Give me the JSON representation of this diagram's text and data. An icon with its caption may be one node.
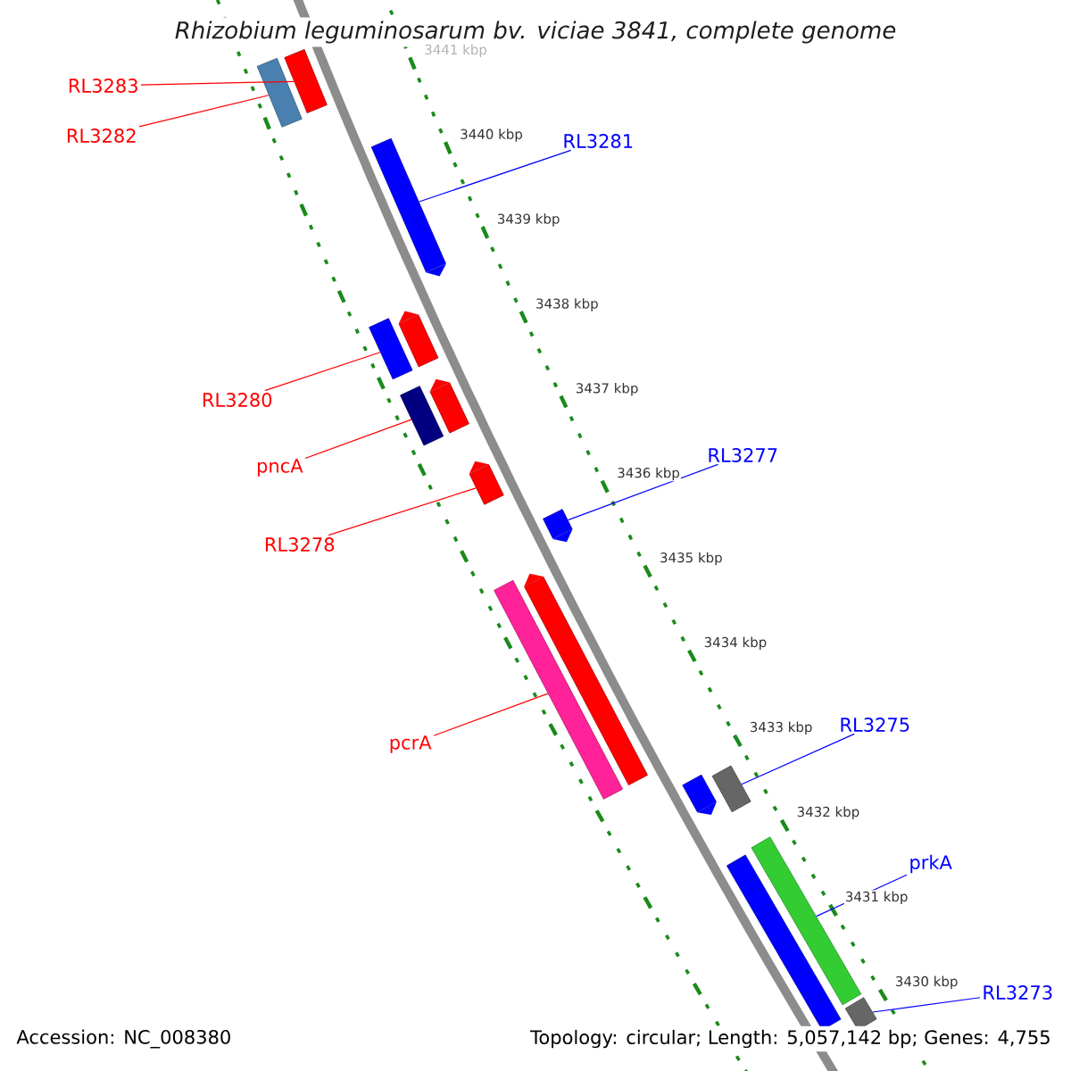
{
  "diagram": {
    "title": "Rhizobium leguminosarum bv. viciae 3841, complete genome",
    "nodes": [
      {
        "text": [
          "RL3283"
        ]
      },
      {
        "text": [
          "RL3282"
        ]
      },
      {
        "text": [
          "RL3281"
        ]
      },
      {
        "text": [
          "RL3280"
        ]
      },
      {
        "text": [
          "pncA"
        ]
      },
      {
        "text": [
          "RL3277"
        ]
      },
      {
        "text": [
          "RL3278"
        ]
      },
      {
        "text": [
          "pcrA"
        ]
      },
      {
        "text": [
          "RL3275"
        ]
      },
      {
        "text": [
          "prkA"
        ]
      },
      {
        "text": [
          "RL3273"
        ]
      },
      {
        "text": [],
        "shape": "bar"
      },
      {
        "text": [],
        "shape": "bar"
      },
      {
        "text": [],
        "shape": "bar"
      },
      {
        "text": [],
        "shape": "bar"
      },
      {
        "text": [],
        "shape": "bar"
      },
      {
        "text": [],
        "shape": "bar"
      },
      {
        "text": [],
        "shape": "bar"
      },
      {
        "text": [],
        "shape": "bar"
      },
      {
        "text": [],
        "shape": "bar"
      },
      {
        "text": [],
        "shape": "bar"
      },
      {
        "text": [],
        "shape": "bar"
      },
      {
        "text": [],
        "shape": "bar"
      },
      {
        "text": [],
        "shape": "bar"
      },
      {
        "text": [],
        "shape": "bar"
      },
      {
        "text": [],
        "shape": "bar"
      },
      {
        "text": [],
        "shape": "bar"
      }
    ],
    "edges": [
      {
        "from": 0,
        "to": 11,
        "arrow": "none"
      },
      {
        "from": 1,
        "to": 12,
        "arrow": "none"
      },
      {
        "from": 2,
        "to": 13,
        "arrow": "none",
        "color": "#0000ff"
      },
      {
        "from": 3,
        "to": 15,
        "arrow": "none"
      },
      {
        "from": 4,
        "to": 17,
        "arrow": "none"
      },
      {
        "from": 5,
        "to": 19,
        "arrow": "none",
        "color": "#0000ff"
      },
      {
        "from": 6,
        "to": 18,
        "arrow": "none"
      },
      {
        "from": 7,
        "to": 21,
        "arrow": "none"
      },
      {
        "from": 8,
        "to": 22,
        "arrow": "none",
        "color": "#0000ff"
      },
      {
        "from": 9,
        "to": 24,
        "arrow": "none",
        "color": "#0000ff"
      },
      {
        "from": 10,
        "to": 26,
        "arrow": "none",
        "color": "#0000ff"
      }
    ],
    "labels": [
      "3441 kbp",
      "3440 kbp",
      "3439 kbp",
      "3438 kbp",
      "3437 kbp",
      "3436 kbp",
      "3435 kbp",
      "3434 kbp",
      "3433 kbp",
      "3432 kbp",
      "3431 kbp",
      "3430 kbp",
      "Accession: NC_008380",
      "Topology: circular; Length: 5,057,142 bp; Genes: 4,755"
    ]
  }
}
